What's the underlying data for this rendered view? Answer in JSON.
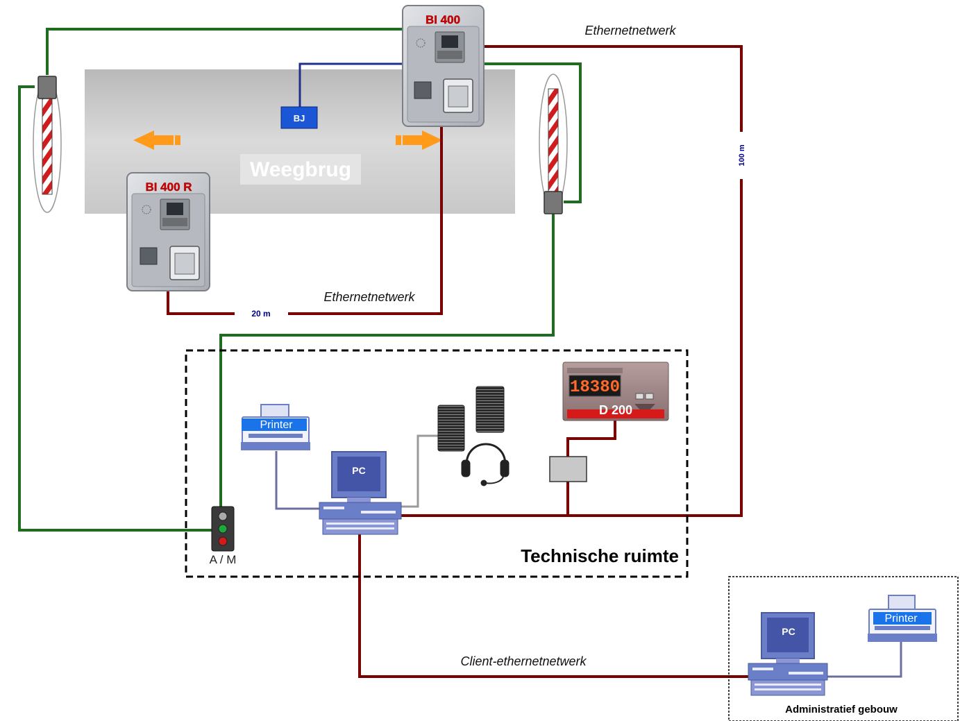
{
  "labels": {
    "ethernet_top": "Ethernetnetwerk",
    "ethernet_middle": "Ethernetnetwerk",
    "client_ethernet": "Client-ethernetnetwerk",
    "distance_100": "100 m",
    "distance_20": "20 m",
    "bridge": "Weegbrug",
    "technical_room": "Technische ruimte",
    "admin_building": "Administratief gebouw",
    "bj_box": "BJ",
    "am_switch": "A / M"
  },
  "devices": {
    "bi400": {
      "title": "BI 400"
    },
    "bi400r": {
      "title": "BI 400 R"
    },
    "display": {
      "model": "D 200",
      "reading": "18380"
    },
    "pc_main": {
      "label": "PC"
    },
    "pc_admin": {
      "label": "PC"
    },
    "printer_main": {
      "label": "Printer"
    },
    "printer_admin": {
      "label": "Printer"
    }
  },
  "colors": {
    "ethernet_cable": "#7a0000",
    "barrier_cable": "#1f6e1f",
    "bj_cable": "#1f2f8a",
    "printer_cable": "#6b6f9e",
    "audio_cable": "#9a9a9a",
    "arrow": "#ff9a1a",
    "bridge": "#c4c4c4",
    "device_blue": "#6b7fc8",
    "terminal_title": "#d40000"
  }
}
